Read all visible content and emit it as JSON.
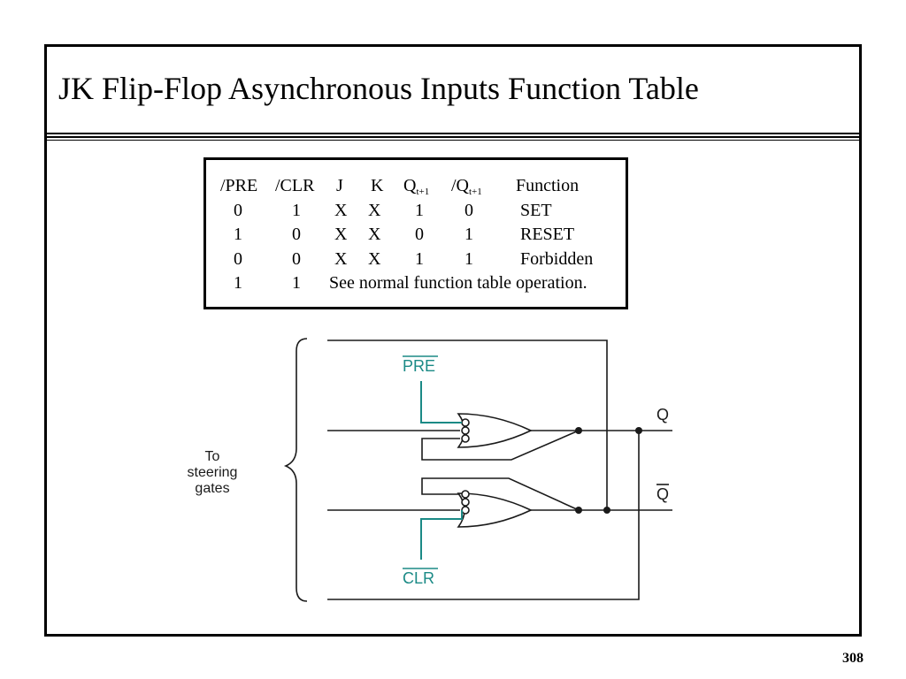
{
  "slide": {
    "title": "JK Flip-Flop Asynchronous Inputs Function Table",
    "page_number": "308"
  },
  "function_table": {
    "headers": {
      "pre": "/PRE",
      "clr": "/CLR",
      "j": "J",
      "k": "K",
      "q_base": "Q",
      "q_sub": "t+1",
      "qbar_base": "/Q",
      "qbar_sub": "t+1",
      "function": "Function"
    },
    "rows": [
      {
        "pre": "0",
        "clr": "1",
        "j": "X",
        "k": "X",
        "q": "1",
        "qbar": "0",
        "function": "SET"
      },
      {
        "pre": "1",
        "clr": "0",
        "j": "X",
        "k": "X",
        "q": "0",
        "qbar": "1",
        "function": "RESET"
      },
      {
        "pre": "0",
        "clr": "0",
        "j": "X",
        "k": "X",
        "q": "1",
        "qbar": "1",
        "function": "Forbidden"
      }
    ],
    "last_row": {
      "pre": "1",
      "clr": "1",
      "note": "See normal function table operation."
    }
  },
  "diagram": {
    "pre_label": "PRE",
    "clr_label": "CLR",
    "q_label": "Q",
    "qbar_label": "Q",
    "steering_label": [
      "To",
      "steering",
      "gates"
    ],
    "colors": {
      "line": "#1a1a1a",
      "accent": "#1b8a86"
    }
  }
}
